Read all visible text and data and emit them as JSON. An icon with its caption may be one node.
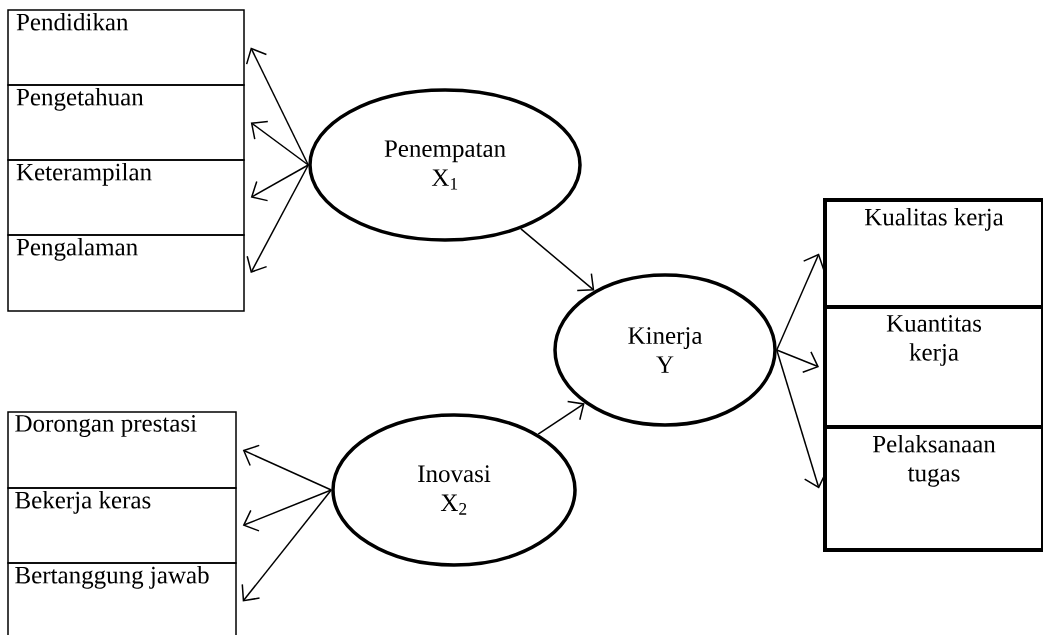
{
  "diagram": {
    "nodes": [
      {
        "text": [
          "Pendidikan"
        ]
      },
      {
        "text": [
          "Pengetahuan"
        ]
      },
      {
        "text": [
          "Keterampilan"
        ]
      },
      {
        "text": [
          "Pengalaman"
        ]
      },
      {
        "text": [
          "Penempatan",
          "X$_{1}$"
        ]
      },
      {
        "text": [
          "Kinerja",
          "Y"
        ]
      },
      {
        "text": [
          "Inovasi",
          "X$_{2}$"
        ]
      },
      {
        "text": [
          "Dorongan prestasi"
        ]
      },
      {
        "text": [
          "Bekerja keras"
        ]
      },
      {
        "text": [
          "Bertanggung jawab"
        ]
      },
      {
        "text": [
          "Kualitas kerja"
        ]
      },
      {
        "text": [
          "Kuantitas kerja"
        ]
      },
      {
        "text": [
          "Pelaksanaan tugas"
        ]
      }
    ],
    "edges": [
      {
        "from": 4,
        "to": 0,
        "arrow": "to"
      },
      {
        "from": 4,
        "to": 1,
        "arrow": "to"
      },
      {
        "from": 4,
        "to": 2,
        "arrow": "to"
      },
      {
        "from": 4,
        "to": 3,
        "arrow": "to"
      },
      {
        "from": 4,
        "to": 5,
        "arrow": "to"
      },
      {
        "from": 6,
        "to": 5,
        "arrow": "to"
      },
      {
        "from": 6,
        "to": 7,
        "arrow": "to"
      },
      {
        "from": 6,
        "to": 8,
        "arrow": "to"
      },
      {
        "from": 6,
        "to": 9,
        "arrow": "to"
      },
      {
        "from": 5,
        "to": 10,
        "arrow": "to"
      },
      {
        "from": 5,
        "to": 11,
        "arrow": "to"
      },
      {
        "from": 5,
        "to": 12,
        "arrow": "to"
      }
    ]
  }
}
